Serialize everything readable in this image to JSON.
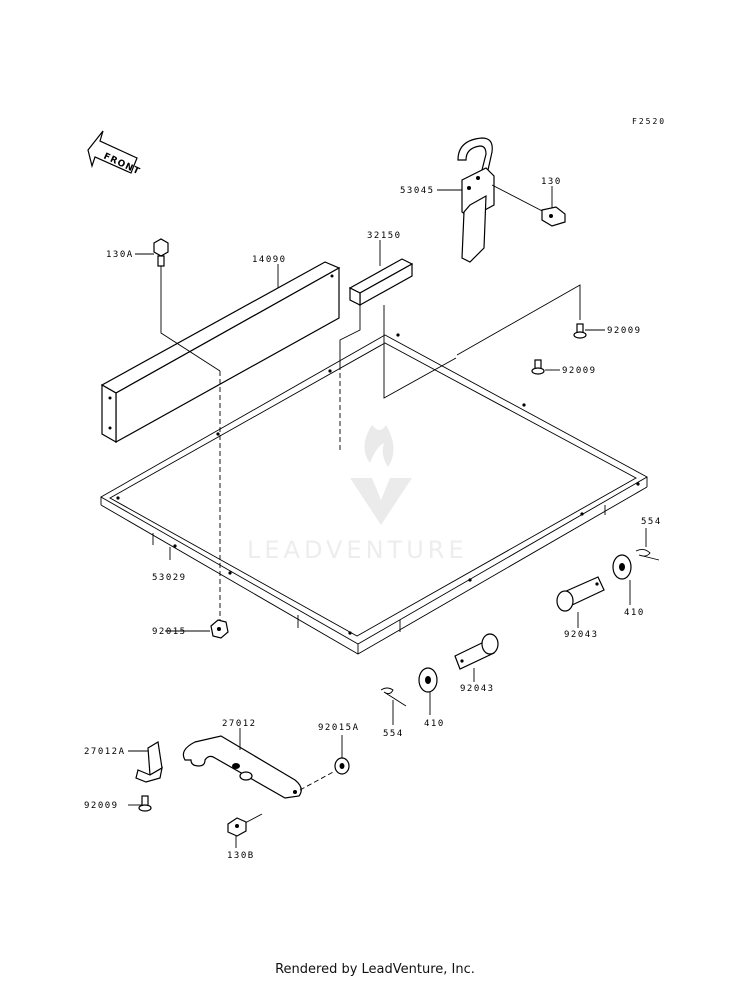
{
  "figure_code": "F2520",
  "front_label": "FRONT",
  "watermark": "LEADVENTURE",
  "footer": "Rendered by LeadVenture, Inc.",
  "callouts": {
    "p53045": "53045",
    "p130": "130",
    "p130a": "130A",
    "p14090": "14090",
    "p32150": "32150",
    "p92009_a": "92009",
    "p92009_b": "92009",
    "p554_right": "554",
    "p53029": "53029",
    "p410_right": "410",
    "p92043_right": "92043",
    "p92015": "92015",
    "p92043_mid": "92043",
    "p27012": "27012",
    "p92015a": "92015A",
    "p27012a": "27012A",
    "p410_mid": "410",
    "p554_mid": "554",
    "p92009_c": "92009",
    "p130b": "130B"
  }
}
